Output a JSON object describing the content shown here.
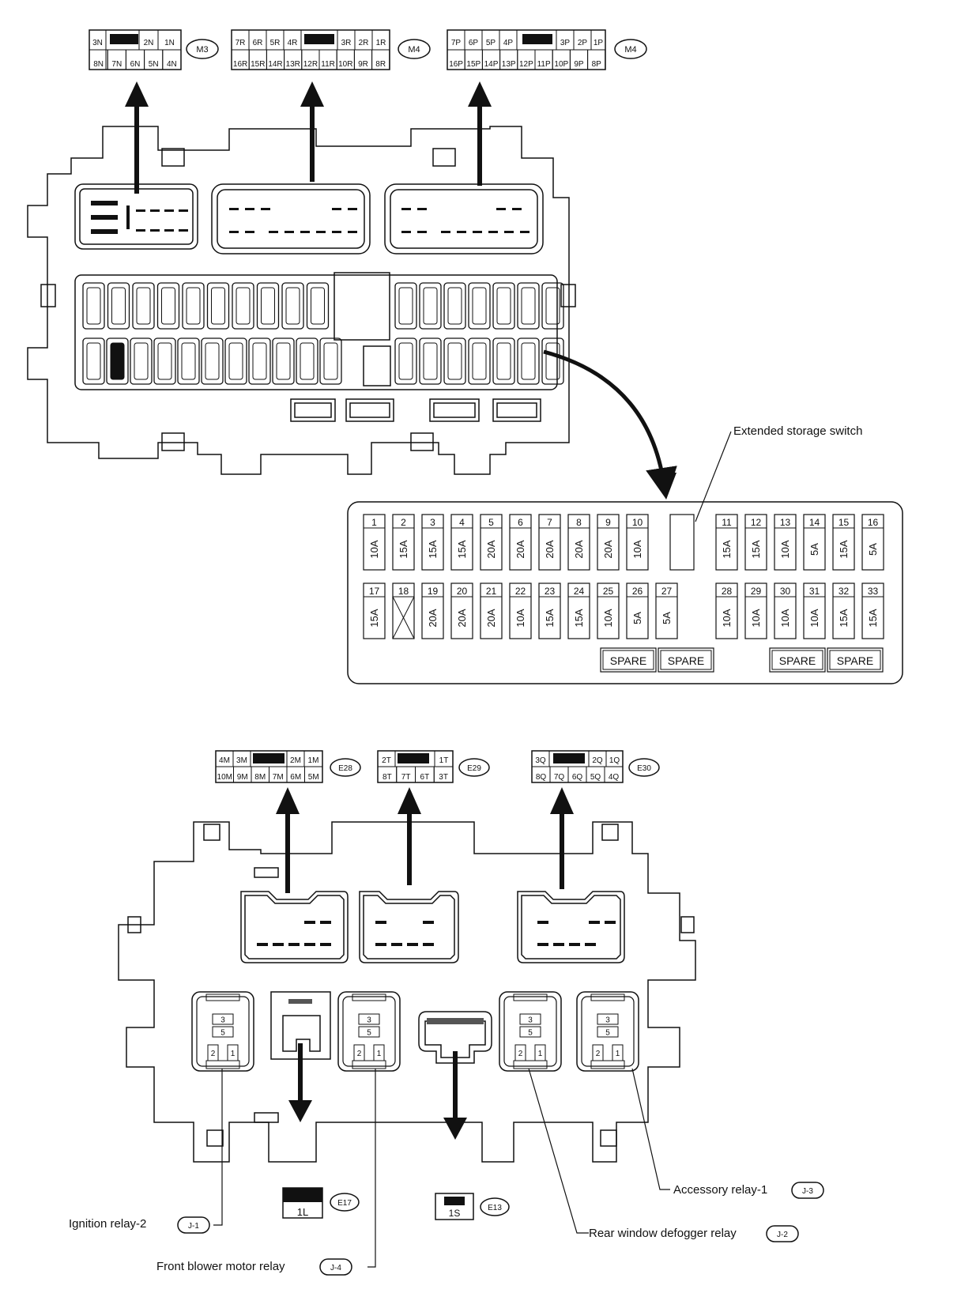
{
  "connectors_top": [
    {
      "id": "M3",
      "row1": [
        "3N",
        "",
        "2N",
        "1N"
      ],
      "row2": [
        "8N",
        "7N",
        "6N",
        "5N",
        "4N"
      ]
    },
    {
      "id": "M4",
      "row1": [
        "7R",
        "6R",
        "5R",
        "4R",
        "",
        "3R",
        "2R",
        "1R"
      ],
      "row2": [
        "16R",
        "15R",
        "14R",
        "13R",
        "12R",
        "11R",
        "10R",
        "9R",
        "8R"
      ]
    },
    {
      "id": "M4",
      "row1": [
        "7P",
        "6P",
        "5P",
        "4P",
        "",
        "3P",
        "2P",
        "1P"
      ],
      "row2": [
        "16P",
        "15P",
        "14P",
        "13P",
        "12P",
        "11P",
        "10P",
        "9P",
        "8P"
      ]
    }
  ],
  "fuse_panel": {
    "switch_label": "Extended storage switch",
    "row1": [
      {
        "n": "1",
        "a": "10A"
      },
      {
        "n": "2",
        "a": "15A"
      },
      {
        "n": "3",
        "a": "15A"
      },
      {
        "n": "4",
        "a": "15A"
      },
      {
        "n": "5",
        "a": "20A"
      },
      {
        "n": "6",
        "a": "20A"
      },
      {
        "n": "7",
        "a": "20A"
      },
      {
        "n": "8",
        "a": "20A"
      },
      {
        "n": "9",
        "a": "20A"
      },
      {
        "n": "10",
        "a": "10A"
      },
      {
        "n": "11",
        "a": "15A"
      },
      {
        "n": "12",
        "a": "15A"
      },
      {
        "n": "13",
        "a": "10A"
      },
      {
        "n": "14",
        "a": "5A"
      },
      {
        "n": "15",
        "a": "15A"
      },
      {
        "n": "16",
        "a": "5A"
      }
    ],
    "row2": [
      {
        "n": "17",
        "a": "15A"
      },
      {
        "n": "18",
        "a": ""
      },
      {
        "n": "19",
        "a": "20A"
      },
      {
        "n": "20",
        "a": "20A"
      },
      {
        "n": "21",
        "a": "20A"
      },
      {
        "n": "22",
        "a": "10A"
      },
      {
        "n": "23",
        "a": "15A"
      },
      {
        "n": "24",
        "a": "15A"
      },
      {
        "n": "25",
        "a": "10A"
      },
      {
        "n": "26",
        "a": "5A"
      },
      {
        "n": "27",
        "a": "5A"
      },
      {
        "n": "28",
        "a": "10A"
      },
      {
        "n": "29",
        "a": "10A"
      },
      {
        "n": "30",
        "a": "10A"
      },
      {
        "n": "31",
        "a": "10A"
      },
      {
        "n": "32",
        "a": "15A"
      },
      {
        "n": "33",
        "a": "15A"
      }
    ],
    "spares": [
      "SPARE",
      "SPARE",
      "SPARE",
      "SPARE"
    ]
  },
  "connectors_bottom": [
    {
      "id": "E28",
      "row1": [
        "4M",
        "3M",
        "",
        "2M",
        "1M"
      ],
      "row2": [
        "10M",
        "9M",
        "8M",
        "7M",
        "6M",
        "5M"
      ]
    },
    {
      "id": "E29",
      "row1": [
        "2T",
        "",
        "1T"
      ],
      "row2": [
        "8T",
        "7T",
        "6T",
        "3T"
      ]
    },
    {
      "id": "E30",
      "row1": [
        "3Q",
        "",
        "2Q",
        "1Q"
      ],
      "row2": [
        "8Q",
        "7Q",
        "6Q",
        "5Q",
        "4Q"
      ]
    }
  ],
  "relay_pins": {
    "a": "3",
    "b": "5",
    "c": "2",
    "d": "1"
  },
  "terminals": [
    {
      "label": "1L",
      "id": "E17"
    },
    {
      "label": "1S",
      "id": "E13"
    }
  ],
  "relays": [
    {
      "name": "Ignition relay-2",
      "code": "J-1"
    },
    {
      "name": "Front blower motor relay",
      "code": "J-4"
    },
    {
      "name": "Rear window defogger relay",
      "code": "J-2"
    },
    {
      "name": "Accessory relay-1",
      "code": "J-3"
    }
  ]
}
